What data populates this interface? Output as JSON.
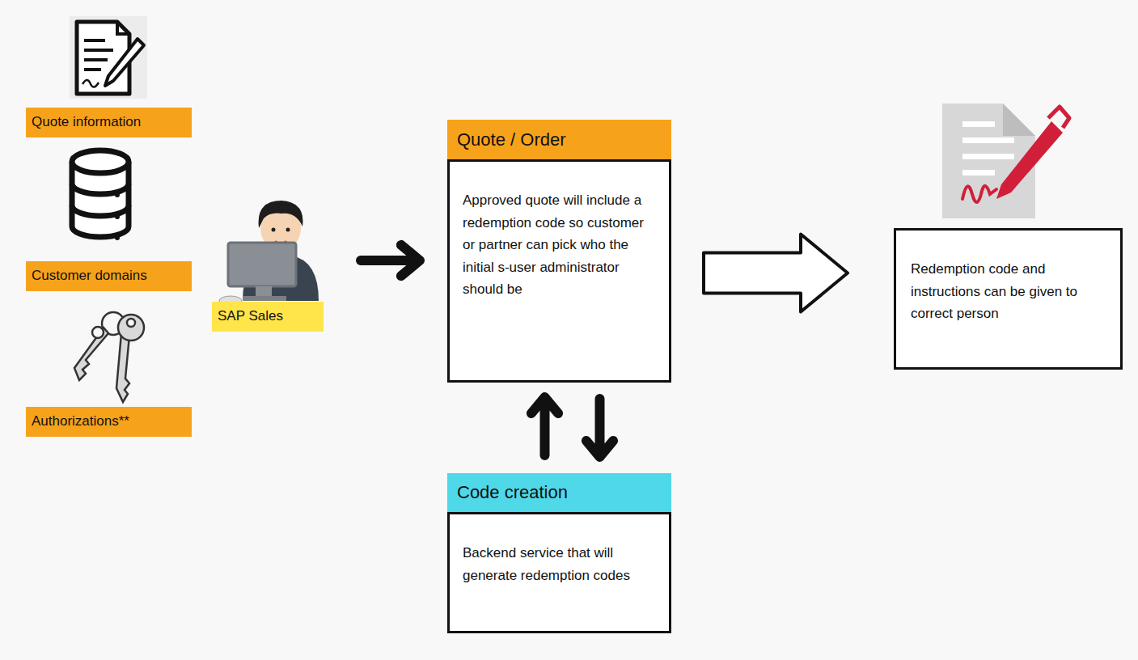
{
  "diagram": {
    "nodes": [
      {
        "text": [
          "Quote information"
        ]
      },
      {
        "text": [
          "Customer domains"
        ]
      },
      {
        "text": [
          "Authorizations**"
        ]
      },
      {
        "text": [
          "SAP Sales"
        ]
      },
      {
        "text": [
          "Quote / Order",
          "Approved quote will include a redemption code so customer or partner can pick who the initial s-user administrator should be"
        ]
      },
      {
        "text": [
          "Code creation",
          "Backend service that will generate redemption codes"
        ]
      },
      {
        "text": [
          "Redemption code and instructions can be given to correct person"
        ]
      }
    ],
    "edges": [
      {
        "from": 3,
        "to": 4,
        "arrow": "to"
      },
      {
        "from": 4,
        "to": 6,
        "arrow": "to"
      },
      {
        "from": 5,
        "to": 4,
        "arrow": "to"
      },
      {
        "from": 4,
        "to": 5,
        "arrow": "to"
      }
    ]
  }
}
